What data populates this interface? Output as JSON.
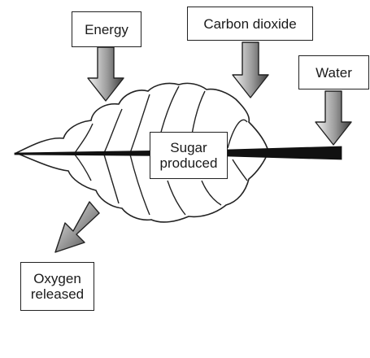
{
  "labels": {
    "energy": "Energy",
    "carbon_dioxide": "Carbon dioxide",
    "water": "Water",
    "sugar": "Sugar\nproduced",
    "oxygen": "Oxygen\nreleased"
  },
  "colors": {
    "outline": "#222222",
    "arrow_light": "#e6e6e6",
    "arrow_dark": "#4a4a4a"
  }
}
